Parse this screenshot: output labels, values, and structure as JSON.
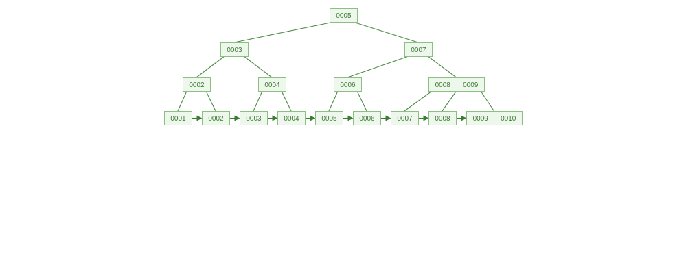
{
  "tree": {
    "levels": [
      {
        "nodes": [
          {
            "id": "root",
            "keys": [
              "0005"
            ]
          }
        ]
      },
      {
        "nodes": [
          {
            "id": "n3",
            "keys": [
              "0003"
            ]
          },
          {
            "id": "n7",
            "keys": [
              "0007"
            ]
          }
        ]
      },
      {
        "nodes": [
          {
            "id": "n2",
            "keys": [
              "0002"
            ]
          },
          {
            "id": "n4",
            "keys": [
              "0004"
            ]
          },
          {
            "id": "n6",
            "keys": [
              "0006"
            ]
          },
          {
            "id": "n89",
            "keys": [
              "0008",
              "0009"
            ]
          }
        ]
      },
      {
        "nodes": [
          {
            "id": "l1",
            "keys": [
              "0001"
            ]
          },
          {
            "id": "l2",
            "keys": [
              "0002"
            ]
          },
          {
            "id": "l3",
            "keys": [
              "0003"
            ]
          },
          {
            "id": "l4",
            "keys": [
              "0004"
            ]
          },
          {
            "id": "l5",
            "keys": [
              "0005"
            ]
          },
          {
            "id": "l6",
            "keys": [
              "0006"
            ]
          },
          {
            "id": "l7",
            "keys": [
              "0007"
            ]
          },
          {
            "id": "l8",
            "keys": [
              "0008"
            ]
          },
          {
            "id": "l910",
            "keys": [
              "0009",
              "0010"
            ]
          }
        ]
      }
    ],
    "edges": [
      {
        "from": "root",
        "slot": 0,
        "to": "n3"
      },
      {
        "from": "root",
        "slot": 1,
        "to": "n7"
      },
      {
        "from": "n3",
        "slot": 0,
        "to": "n2"
      },
      {
        "from": "n3",
        "slot": 1,
        "to": "n4"
      },
      {
        "from": "n7",
        "slot": 0,
        "to": "n6"
      },
      {
        "from": "n7",
        "slot": 1,
        "to": "n89"
      },
      {
        "from": "n2",
        "slot": 0,
        "to": "l1"
      },
      {
        "from": "n2",
        "slot": 1,
        "to": "l2"
      },
      {
        "from": "n4",
        "slot": 0,
        "to": "l3"
      },
      {
        "from": "n4",
        "slot": 1,
        "to": "l4"
      },
      {
        "from": "n6",
        "slot": 0,
        "to": "l5"
      },
      {
        "from": "n6",
        "slot": 1,
        "to": "l6"
      },
      {
        "from": "n89",
        "slot": 0,
        "to": "l7"
      },
      {
        "from": "n89",
        "slot": 1,
        "to": "l8"
      },
      {
        "from": "n89",
        "slot": 2,
        "to": "l910"
      }
    ],
    "leaf_links": [
      {
        "from": "l1",
        "to": "l2"
      },
      {
        "from": "l2",
        "to": "l3"
      },
      {
        "from": "l3",
        "to": "l4"
      },
      {
        "from": "l4",
        "to": "l5"
      },
      {
        "from": "l5",
        "to": "l6"
      },
      {
        "from": "l6",
        "to": "l7"
      },
      {
        "from": "l7",
        "to": "l8"
      },
      {
        "from": "l8",
        "to": "l910"
      }
    ]
  },
  "colors": {
    "node_fill": "#eef7ec",
    "node_border": "#8cc083",
    "text": "#3d7a34",
    "edge": "#4c8a45",
    "arrow": "#3d7a34"
  }
}
